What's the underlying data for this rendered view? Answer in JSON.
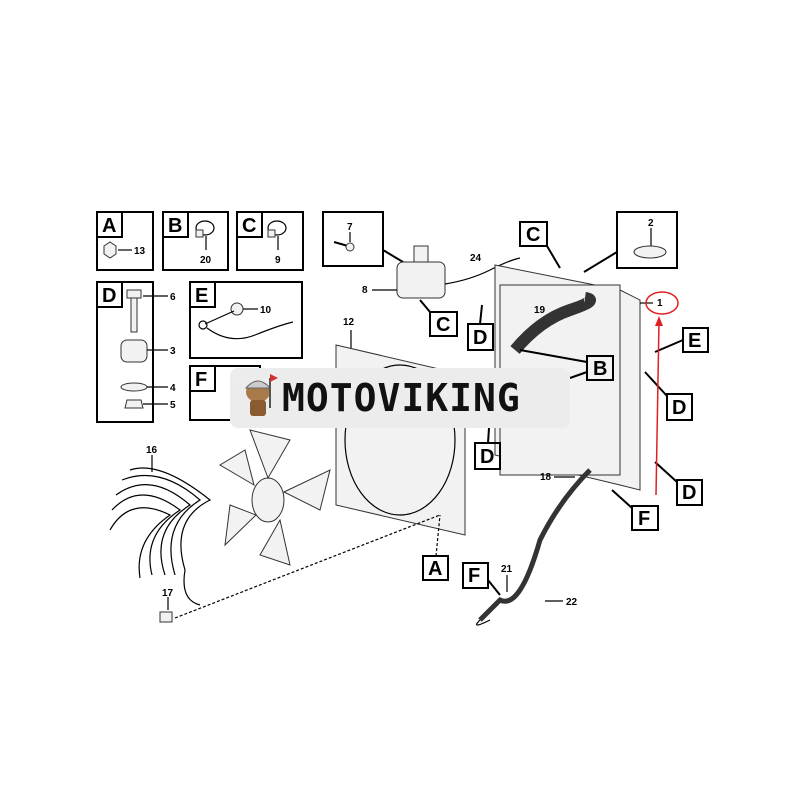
{
  "watermark": {
    "text": "MOTOVIKING",
    "logo": "viking-mascot"
  },
  "detail_boxes": {
    "A": {
      "letter": "A",
      "parts": [
        "13"
      ]
    },
    "B": {
      "letter": "B",
      "parts": [
        "20"
      ]
    },
    "C": {
      "letter": "C",
      "parts": [
        "9"
      ]
    },
    "D": {
      "letter": "D",
      "parts": [
        "6",
        "3",
        "4",
        "5"
      ]
    },
    "E": {
      "letter": "E",
      "parts": [
        "10"
      ]
    },
    "F": {
      "letter": "F"
    },
    "bolt": {
      "parts": [
        "7"
      ]
    },
    "cap": {
      "parts": [
        "2"
      ]
    }
  },
  "callouts": {
    "letters": [
      "C",
      "C",
      "D",
      "B",
      "E",
      "D",
      "D",
      "D",
      "F",
      "A",
      "F"
    ],
    "numbers": [
      "24",
      "8",
      "12",
      "19",
      "1",
      "18",
      "16",
      "17",
      "21",
      "22"
    ]
  },
  "colors": {
    "highlight": "#e02020",
    "line": "#000000"
  }
}
